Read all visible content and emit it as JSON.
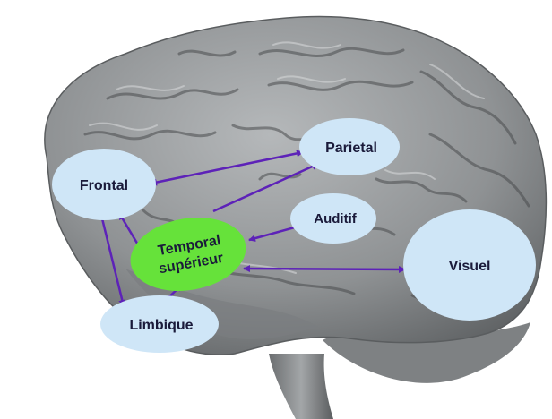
{
  "colors": {
    "background": "#ffffff",
    "brain_fill": "#8f9294",
    "brain_shadow": "#5e6163",
    "brain_highlight": "#c9cbcc",
    "sulcus": "#4a4c4e",
    "node_fill": "#cfe6f7",
    "center_node_fill": "#66e23a",
    "arrow": "#5d22b8",
    "label_text": "#1a1a3a"
  },
  "nodes": {
    "frontal": {
      "label": "Frontal"
    },
    "parietal": {
      "label": "Parietal"
    },
    "auditif": {
      "label": "Auditif"
    },
    "temporal": {
      "label_line1": "Temporal",
      "label_line2": "supérieur"
    },
    "visuel": {
      "label": "Visuel"
    },
    "limbique": {
      "label": "Limbique"
    }
  },
  "connections": [
    {
      "from": "temporal",
      "to": "frontal",
      "direction": "both"
    },
    {
      "from": "temporal",
      "to": "parietal",
      "direction": "both"
    },
    {
      "from": "temporal",
      "to": "auditif",
      "direction": "both"
    },
    {
      "from": "temporal",
      "to": "visuel",
      "direction": "both"
    },
    {
      "from": "temporal",
      "to": "limbique",
      "direction": "both"
    },
    {
      "from": "frontal",
      "to": "parietal",
      "direction": "both"
    },
    {
      "from": "frontal",
      "to": "limbique",
      "direction": "both"
    }
  ]
}
